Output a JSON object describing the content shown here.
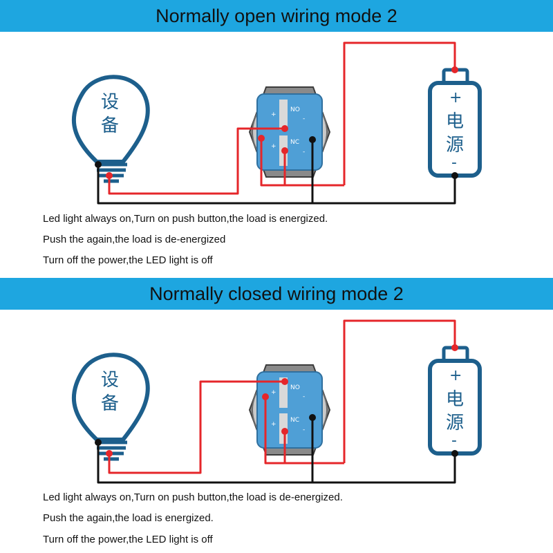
{
  "colors": {
    "banner": "#1ea6e0",
    "wire_positive": "#e5262a",
    "wire_common": "#111111",
    "outline": "#1d5f8c",
    "switch_face": "#4f9fd6"
  },
  "sections": [
    {
      "title": "Normally open wiring mode 2",
      "device_label_1": "设",
      "device_label_2": "备",
      "power_label_1": "电",
      "power_label_2": "源",
      "plus": "+",
      "minus": "-",
      "switch_marks": [
        "+",
        "NO",
        "-",
        "+",
        "NC",
        "-"
      ],
      "notes": [
        "Led light always on,Turn on push button,the load is energized.",
        "Push the again,the load is de-energized",
        "Turn off the power,the LED light is off"
      ]
    },
    {
      "title": "Normally closed wiring mode 2",
      "device_label_1": "设",
      "device_label_2": "备",
      "power_label_1": "电",
      "power_label_2": "源",
      "plus": "+",
      "minus": "-",
      "switch_marks": [
        "+",
        "NO",
        "-",
        "+",
        "NC",
        "-"
      ],
      "notes": [
        "Led light always on,Turn on push button,the load is de-energized.",
        "Push the again,the load is energized.",
        "Turn off the power,the LED light is off"
      ]
    }
  ]
}
